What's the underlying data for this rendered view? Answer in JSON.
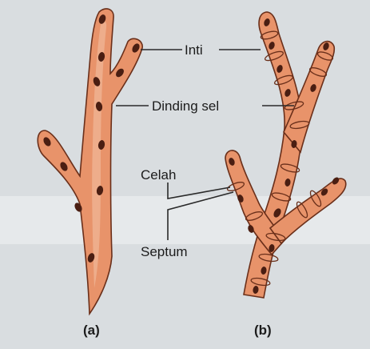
{
  "labels": {
    "inti": "Inti",
    "dinding_sel": "Dinding sel",
    "celah": "Celah",
    "septum": "Septum"
  },
  "captions": {
    "a": "(a)",
    "b": "(b)"
  },
  "colors": {
    "background": "#d9dde0",
    "hypha_fill": "#e8936a",
    "hypha_outline": "#6a2f1a",
    "nucleus": "#4a1e12"
  }
}
